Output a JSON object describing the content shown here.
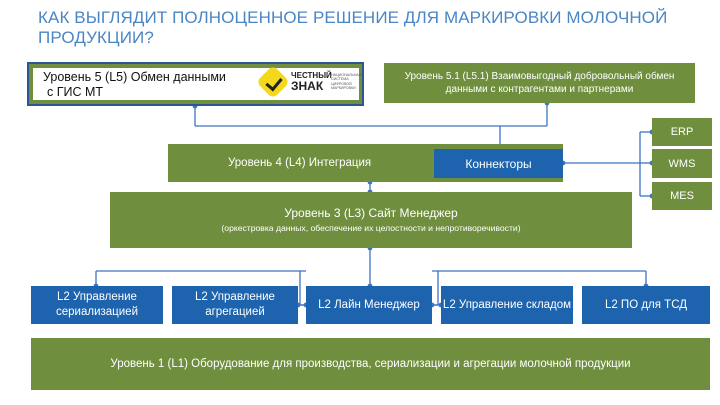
{
  "title": "КАК ВЫГЛЯДИТ ПОЛНОЦЕННОЕ РЕШЕНИЕ ДЛЯ МАРКИРОВКИ МОЛОЧНОЙ ПРОДУКЦИИ?",
  "level5": {
    "line1": "Уровень 5 (L5) Обмен данными",
    "line2": "с ГИС МТ",
    "logo": {
      "word1": "ЧЕСТНЫЙ",
      "word2": "ЗНАК",
      "subtitle": "НАЦИОНАЛЬНАЯ СИСТЕМА ЦИФРОВОЙ МАРКИРОВКИ"
    }
  },
  "level51": "Уровень 5.1 (L5.1) Взаимовыгодный добровольный обмен данными с контрагентами и партнерами",
  "level4": "Уровень 4 (L4) Интеграция",
  "connectors": "Коннекторы",
  "external": [
    "ERP",
    "WMS",
    "MES"
  ],
  "level3": {
    "main": "Уровень 3 (L3) Сайт Менеджер",
    "sub": "(оркестровка данных, обеспечение их целостности и непротиворечивости)"
  },
  "level2": [
    "L2 Управление сериализацией",
    "L2 Управление агрегацией",
    "L2 Лайн Менеджер",
    "L2 Управление складом",
    "L2 ПО для ТСД"
  ],
  "level1": "Уровень 1 (L1) Оборудование для производства, сериализации и агрегации молочной продукции",
  "colors": {
    "title": "#4a86c5",
    "green": "#6f8f3e",
    "blue": "#1d63ad",
    "connector_line": "#3b73c4"
  }
}
